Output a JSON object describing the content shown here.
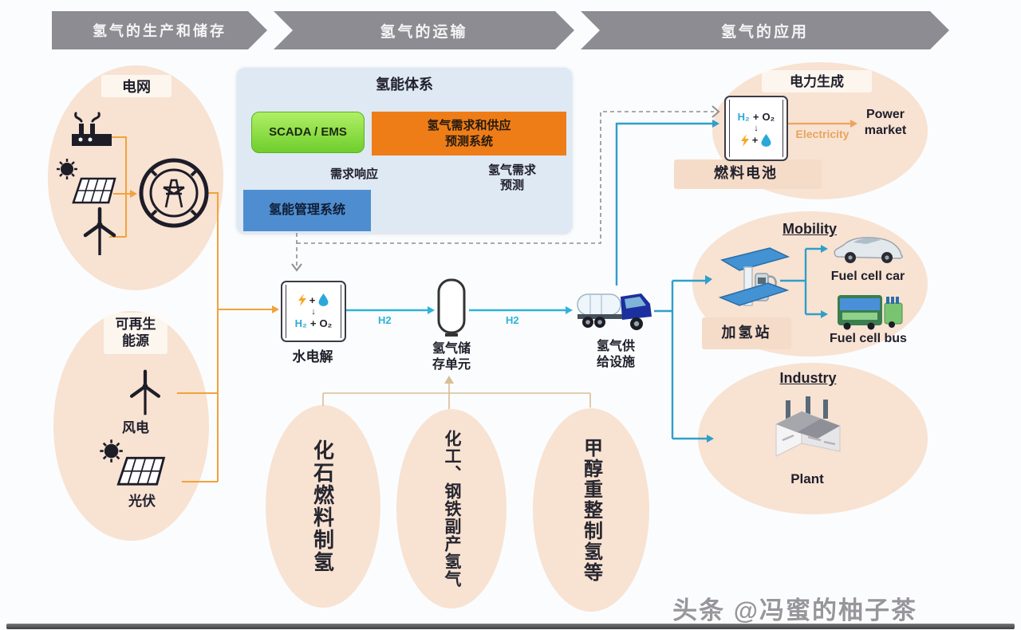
{
  "colors": {
    "header_gray": "#8c8c92",
    "ellipse_peach": "#f8e2d2",
    "panel_blue": "#dfe9f4",
    "scada_green": "#7ed32a",
    "forecast_orange": "#ee7d18",
    "management_blue": "#4e8ed0",
    "h2_cyan": "#2fb3d9",
    "flow_orange": "#f2a23c",
    "electricity_orange": "#eda45e",
    "line_tan": "#d9bd95"
  },
  "header": {
    "segments": [
      {
        "label": "氢气的生产和储存"
      },
      {
        "label": "氢气的运输"
      },
      {
        "label": "氢气的应用"
      }
    ]
  },
  "production": {
    "grid": {
      "title": "电网"
    },
    "renewables": {
      "title_line1": "可再生",
      "title_line2": "能源",
      "wind_label": "风电",
      "pv_label": "光伏"
    }
  },
  "system": {
    "title": "氢能体系",
    "scada_label": "SCADA / EMS",
    "forecast_line1": "氢气需求和供应",
    "forecast_line2": "预测系统",
    "demand_response": "需求响应",
    "demand_forecast_line1": "氢气需求",
    "demand_forecast_line2": "预测",
    "management_label": "氢能管理系统"
  },
  "chain": {
    "electrolysis_label": "水电解",
    "h2_flow_label_1": "H2",
    "storage_line1": "氢气储",
    "storage_line2": "存单元",
    "h2_flow_label_2": "H2",
    "supply_line1": "氢气供",
    "supply_line2": "给设施"
  },
  "cell_formula": {
    "h2": "H₂",
    "plus": "+",
    "o2": "O₂",
    "mid": "↓"
  },
  "applications": {
    "power": {
      "title": "电力生成",
      "fuel_cell_label": "燃料电池",
      "electricity_label": "Electricity",
      "market_line1": "Power",
      "market_line2": "market"
    },
    "mobility": {
      "title": "Mobility",
      "station_label": "加氢站",
      "car_label": "Fuel cell car",
      "bus_label": "Fuel cell bus"
    },
    "industry": {
      "title": "Industry",
      "plant_label": "Plant"
    }
  },
  "sources": [
    {
      "text": "化石燃料制氢"
    },
    {
      "text": "化工、钢铁副产氢气"
    },
    {
      "text": "甲醇重整制氢等"
    }
  ],
  "watermark": "头条 @冯蜜的柚子茶"
}
